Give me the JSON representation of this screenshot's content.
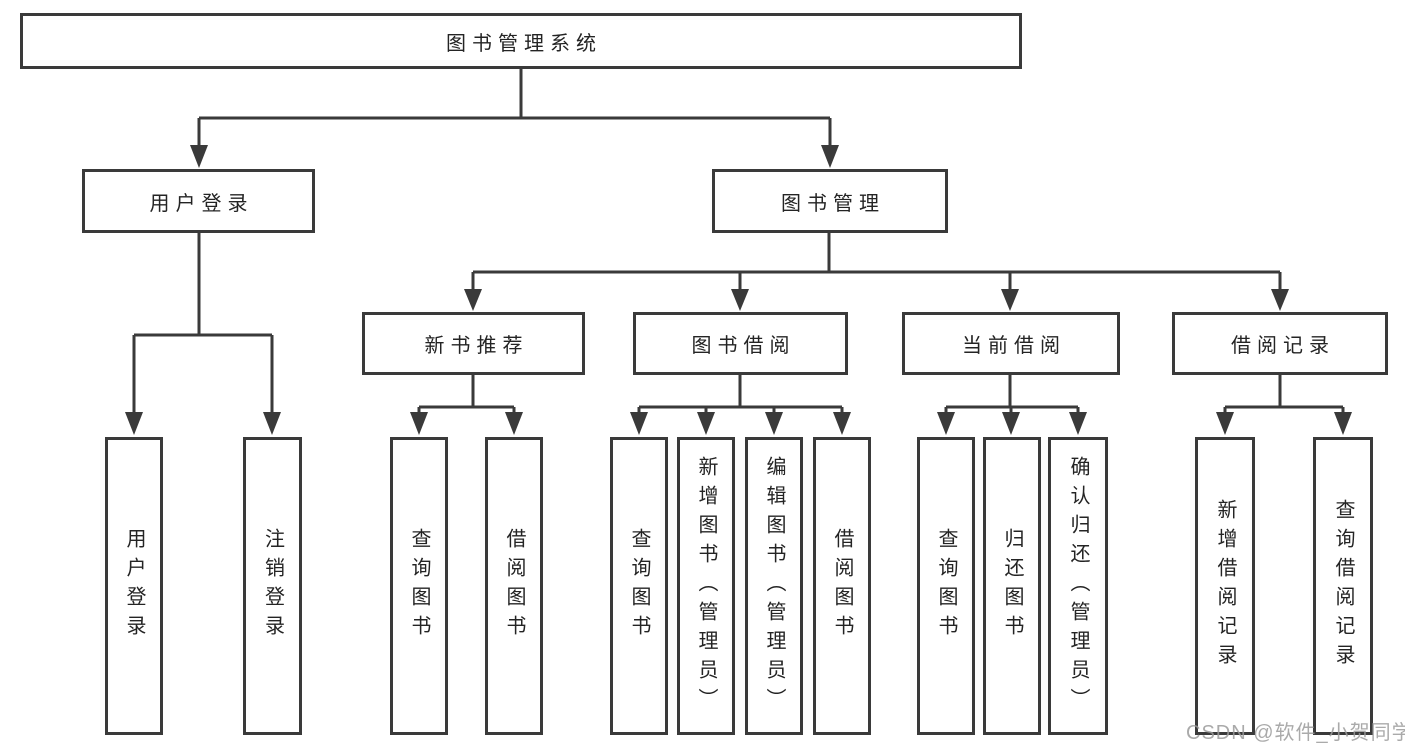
{
  "colors": {
    "line": "#3a3a3a",
    "box_border": "#3a3a3a",
    "text": "#242424",
    "background": "#ffffff",
    "watermark": "#9b9b9b"
  },
  "diagram": {
    "root": {
      "label": "图书管理系统"
    },
    "level1": [
      {
        "label": "用户登录"
      },
      {
        "label": "图书管理"
      }
    ],
    "level2": [
      {
        "label": "新书推荐"
      },
      {
        "label": "图书借阅"
      },
      {
        "label": "当前借阅"
      },
      {
        "label": "借阅记录"
      }
    ],
    "leaves": [
      {
        "label": "用户登录"
      },
      {
        "label": "注销登录"
      },
      {
        "label": "查询图书"
      },
      {
        "label": "借阅图书"
      },
      {
        "label": "查询图书"
      },
      {
        "label": "新增图书（管理员）"
      },
      {
        "label": "编辑图书（管理员）"
      },
      {
        "label": "借阅图书"
      },
      {
        "label": "查询图书"
      },
      {
        "label": "归还图书"
      },
      {
        "label": "确认归还（管理员）"
      },
      {
        "label": "新增借阅记录"
      },
      {
        "label": "查询借阅记录"
      }
    ]
  },
  "watermark": {
    "text": "CSDN @软件_小贺同学"
  }
}
